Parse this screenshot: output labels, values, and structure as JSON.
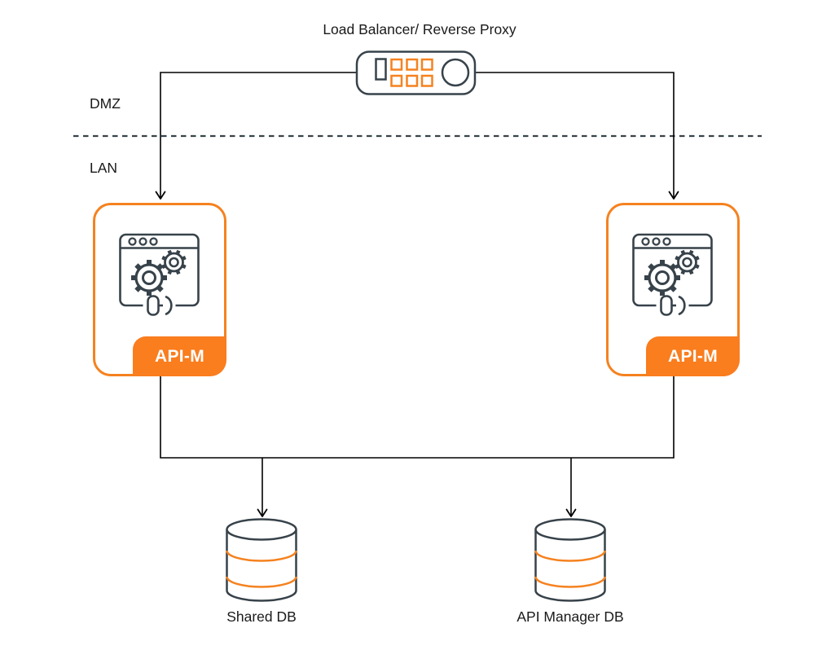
{
  "zones": {
    "dmz": "DMZ",
    "lan": "LAN"
  },
  "nodes": {
    "load_balancer": {
      "label": "Load Balancer/ Reverse Proxy",
      "icon": "load-balancer-icon"
    },
    "apim_1": {
      "badge": "API-M",
      "icon": "api-manager-app-icon"
    },
    "apim_2": {
      "badge": "API-M",
      "icon": "api-manager-app-icon"
    },
    "shared_db": {
      "label": "Shared DB",
      "icon": "database-icon"
    },
    "api_manager_db": {
      "label": "API Manager DB",
      "icon": "database-icon"
    }
  },
  "colors": {
    "orange_outline": "#F5821F",
    "orange_badge": "#FA7D1E",
    "dark_outline": "#37424A",
    "connector_line": "#000000",
    "text": "#1A1A1A",
    "background": "#FFFFFF"
  }
}
